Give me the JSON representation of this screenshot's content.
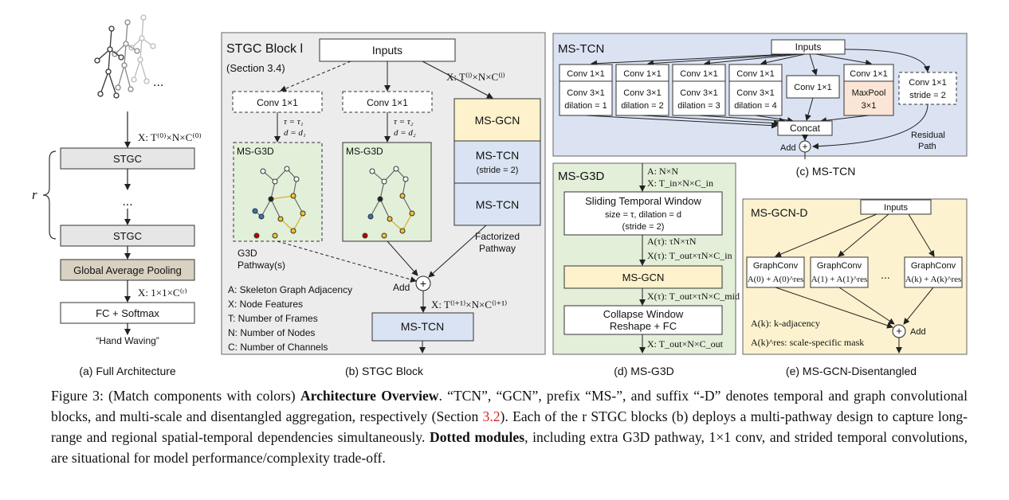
{
  "panel_a": {
    "ellipsis_top": "...",
    "input_label": "X: T⁽⁰⁾×N×C⁽⁰⁾",
    "stgc1": "STGC",
    "dots": "...",
    "stgc2": "STGC",
    "r": "r",
    "gap": "Global Average Pooling",
    "gap_out": "X: 1×1×C⁽ʳ⁾",
    "fc": "FC + Softmax",
    "output": "“Hand Waving”",
    "caption": "(a) Full Architecture"
  },
  "panel_b": {
    "title": "STGC Block l",
    "subtitle": "(Section 3.4)",
    "inputs": "Inputs",
    "input_dims": "X: T⁽ˡ⁾×N×C⁽ˡ⁾",
    "conv1": "Conv 1×1",
    "conv2": "Conv 1×1",
    "tau1": "τ = τ₁",
    "d1": "d = d₁",
    "tau2": "τ = τ₂",
    "d2": "d = d₂",
    "msg3d1": "MS-G3D",
    "msg3d2": "MS-G3D",
    "g3d_label1": "G3D",
    "g3d_label2": "Pathway(s)",
    "ms_gcn": "MS-GCN",
    "ms_tcn_stride": "MS-TCN",
    "stride_note": "(stride = 2)",
    "ms_tcn": "MS-TCN",
    "factorized1": "Factorized",
    "factorized2": "Pathway",
    "add": "Add",
    "out_dims": "X: T⁽ˡ⁺¹⁾×N×C⁽ˡ⁺¹⁾",
    "ms_tcn_bottom": "MS-TCN",
    "legend": [
      "A: Skeleton Graph Adjacency",
      "X: Node Features",
      "T: Number of Frames",
      "N: Number of Nodes",
      "C: Number of Channels"
    ],
    "caption": "(b) STGC Block"
  },
  "panel_c": {
    "title": "MS-TCN",
    "inputs": "Inputs",
    "branches": [
      {
        "top": "Conv 1×1",
        "mid": "Conv 3×1",
        "bot": "dilation = 1"
      },
      {
        "top": "Conv 1×1",
        "mid": "Conv 3×1",
        "bot": "dilation = 2"
      },
      {
        "top": "Conv 1×1",
        "mid": "Conv 3×1",
        "bot": "dilation = 3"
      },
      {
        "top": "Conv 1×1",
        "mid": "Conv 3×1",
        "bot": "dilation = 4"
      }
    ],
    "conv_single": "Conv 1×1",
    "maxpool1": "MaxPool",
    "maxpool2": "3×1",
    "residual_conv1": "Conv 1×1",
    "residual_conv2": "stride = 2",
    "concat": "Concat",
    "add": "Add",
    "residual1": "Residual",
    "residual2": "Path",
    "caption": "(c) MS-TCN"
  },
  "panel_d": {
    "title": "MS-G3D",
    "in1": "A: N×N",
    "in2": "X: T_in×N×C_in",
    "stw1": "Sliding Temporal Window",
    "stw2": "size = τ, dilation = d",
    "stw3": "(stride = 2)",
    "mid1": "A(τ): τN×τN",
    "mid2": "X(τ): T_out×τN×C_in",
    "ms_gcn": "MS-GCN",
    "mid3": "X(τ): T_out×τN×C_mid",
    "collapse1": "Collapse Window",
    "collapse2": "Reshape + FC",
    "out": "X: T_out×N×C_out",
    "caption": "(d) MS-G3D"
  },
  "panel_e": {
    "title": "MS-GCN-D",
    "inputs": "Inputs",
    "graphconvs": [
      {
        "label": "GraphConv",
        "formula": "A(0) + A(0)^res"
      },
      {
        "label": "GraphConv",
        "formula": "A(1) + A(1)^res"
      },
      {
        "label": "GraphConv",
        "formula": "A(k) + A(k)^res"
      }
    ],
    "dots": "...",
    "add": "Add",
    "legend1": "A(k): k-adjacency",
    "legend2": "A(k)^res: scale-specific mask",
    "caption": "(e) MS-GCN-Disentangled"
  },
  "caption": {
    "prefix": "Figure 3: (Match components with colors) ",
    "bold1": "Architecture Overview",
    "text1": ". “TCN”, “GCN”, prefix “MS-”, and suffix “-D” denotes temporal and graph convolutional blocks, and multi-scale and disentangled aggregation, respectively (Section ",
    "ref": "3.2",
    "text2": "). Each of the r STGC blocks (b) deploys a multi-pathway design to capture long-range and regional spatial-temporal dependencies simultaneously. ",
    "bold2": "Dotted modules",
    "text3": ", including extra G3D pathway, 1×1 conv, and strided temporal convolutions, are situational for model performance/complexity trade-off."
  },
  "colors": {
    "panel_gray": "#ececec",
    "panel_blue": "#dbe3f3",
    "panel_green": "#e3efd9",
    "panel_yellow": "#fdf2cf",
    "gcn_yellow": "#fdf2cc",
    "tcn_blue": "#dae3f3",
    "g3d_green": "#e2efd9",
    "gap_brown": "#d9d2c3",
    "maxpool_orange": "#fbe5d6",
    "stgc_gray": "#e7e6e6"
  }
}
